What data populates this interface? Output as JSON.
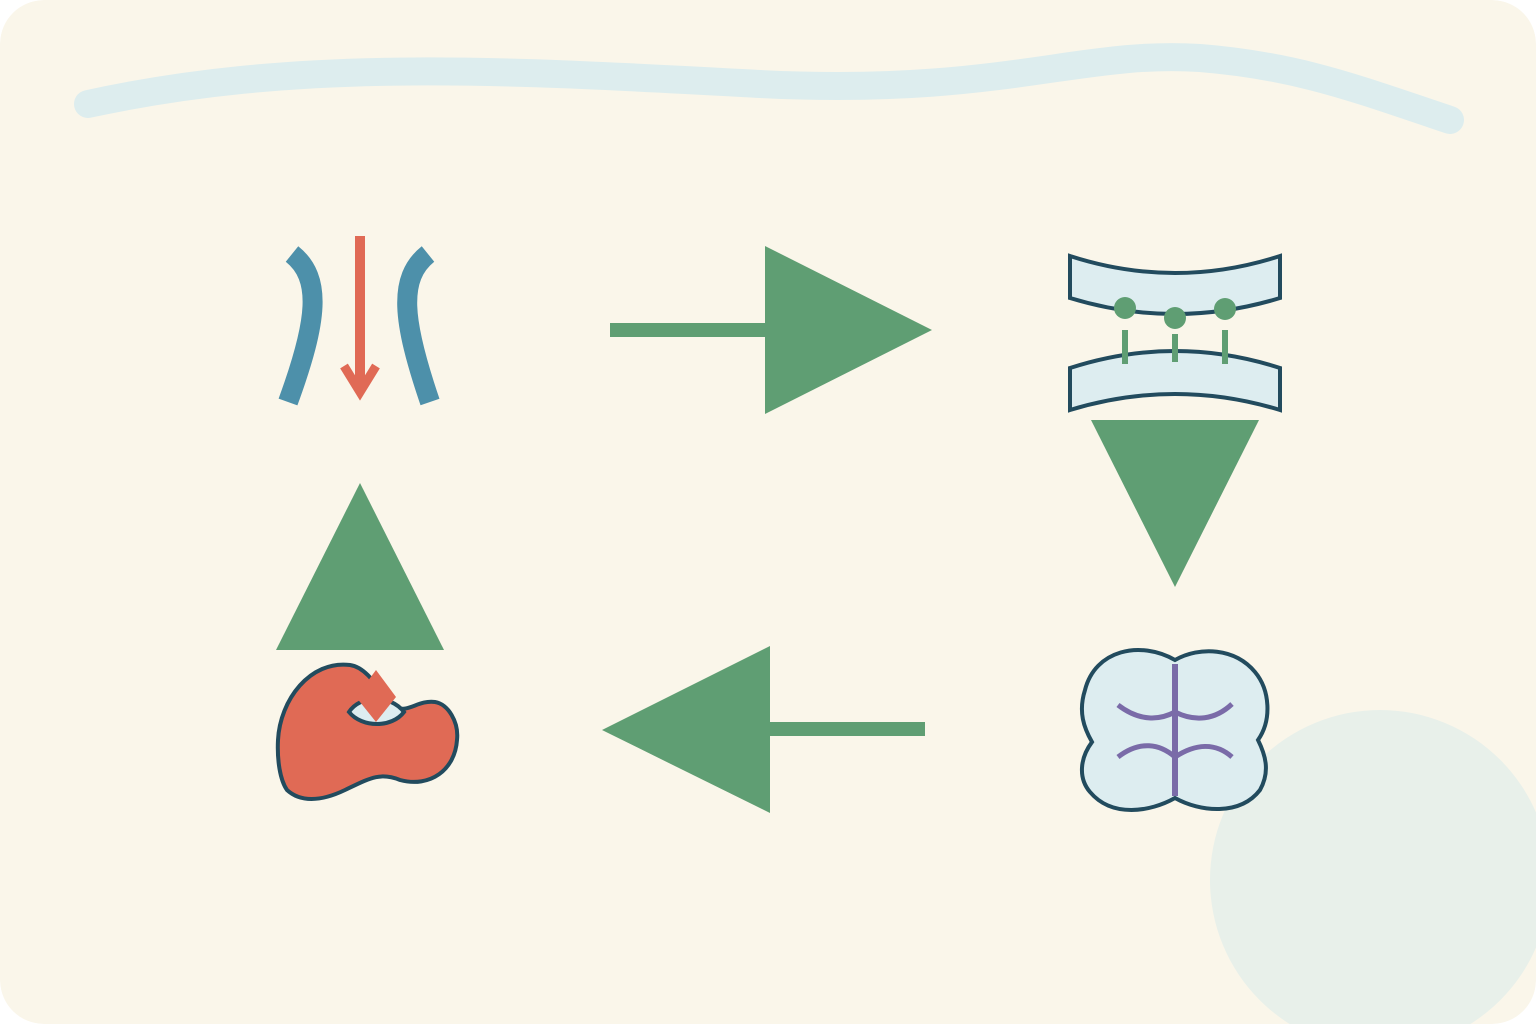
{
  "colors": {
    "background": "#FAF6EA",
    "wave": "#DDEDEE",
    "corner_circle": "#E8F0EA",
    "arrow": "#5F9E73",
    "outline": "#224B5E",
    "membrane": "#4D90AA",
    "red": "#E06A55",
    "pale_blue": "#DDEDF0",
    "purple": "#7A6BA8"
  },
  "diagram": {
    "nodes": [
      {
        "id": "top-left",
        "icon": "downward-arrow-between-walls-icon"
      },
      {
        "id": "top-right",
        "icon": "receptor-binding-icon"
      },
      {
        "id": "bottom-right",
        "icon": "segmented-cell-icon"
      },
      {
        "id": "bottom-left",
        "icon": "red-blob-icon"
      }
    ],
    "flow": [
      {
        "from": "top-left",
        "to": "top-right",
        "direction": "right"
      },
      {
        "from": "top-right",
        "to": "bottom-right",
        "direction": "down"
      },
      {
        "from": "bottom-right",
        "to": "bottom-left",
        "direction": "left"
      },
      {
        "from": "bottom-left",
        "to": "top-left",
        "direction": "up"
      }
    ]
  }
}
